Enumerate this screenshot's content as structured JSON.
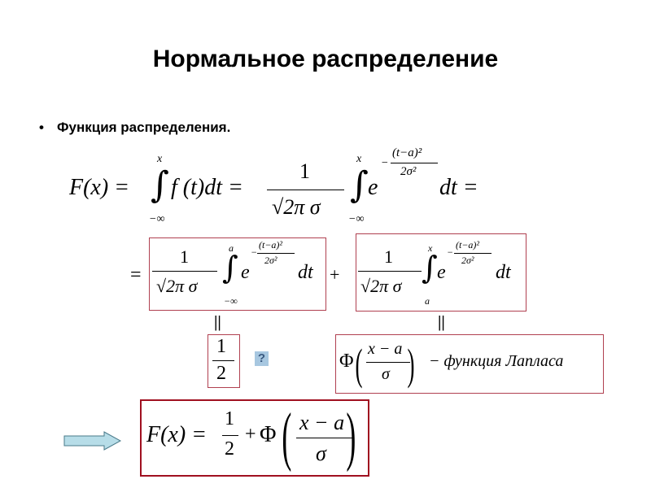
{
  "slide": {
    "title": "Нормальное распределение",
    "bullet": "Функция распределения.",
    "bullet_marker": "•"
  },
  "formula1": {
    "lhs": "F(x) =",
    "int1_upper": "x",
    "int1_lower": "−∞",
    "int1_body": "f (t)dt =",
    "coef_num": "1",
    "coef_den": "√2π σ",
    "int2_upper": "x",
    "int2_lower": "−∞",
    "exp_base": "e",
    "exp_num": "(t−a)²",
    "exp_den": "2σ²",
    "exp_sign": "−",
    "tail": "dt ="
  },
  "formula2": {
    "eq": "=",
    "plus": "+",
    "left": {
      "coef_num": "1",
      "coef_den": "√2π σ",
      "upper": "a",
      "lower": "−∞",
      "base": "e",
      "exp_sign": "−",
      "exp_num": "(t−a)²",
      "exp_den": "2σ²",
      "dt": "dt"
    },
    "right": {
      "coef_num": "1",
      "coef_den": "√2π σ",
      "upper": "x",
      "lower": "a",
      "base": "e",
      "exp_sign": "−",
      "exp_num": "(t−a)²",
      "exp_den": "2σ²",
      "dt": "dt"
    }
  },
  "equals_marks": {
    "left": "||",
    "right": "||"
  },
  "half_box": {
    "num": "1",
    "den": "2"
  },
  "question": "?",
  "laplace": {
    "phi": "Φ",
    "num": "x − a",
    "den": "σ",
    "text": "− функция Лапласа"
  },
  "result": {
    "lhs": "F(x) =",
    "num1": "1",
    "den1": "2",
    "plus": "+",
    "phi": "Φ",
    "num2": "x − a",
    "den2": "σ"
  },
  "colors": {
    "box_border": "#b04050",
    "result_border": "#a01020",
    "arrow_fill": "#b7dde8",
    "question_bg": "#a7c7e0"
  }
}
